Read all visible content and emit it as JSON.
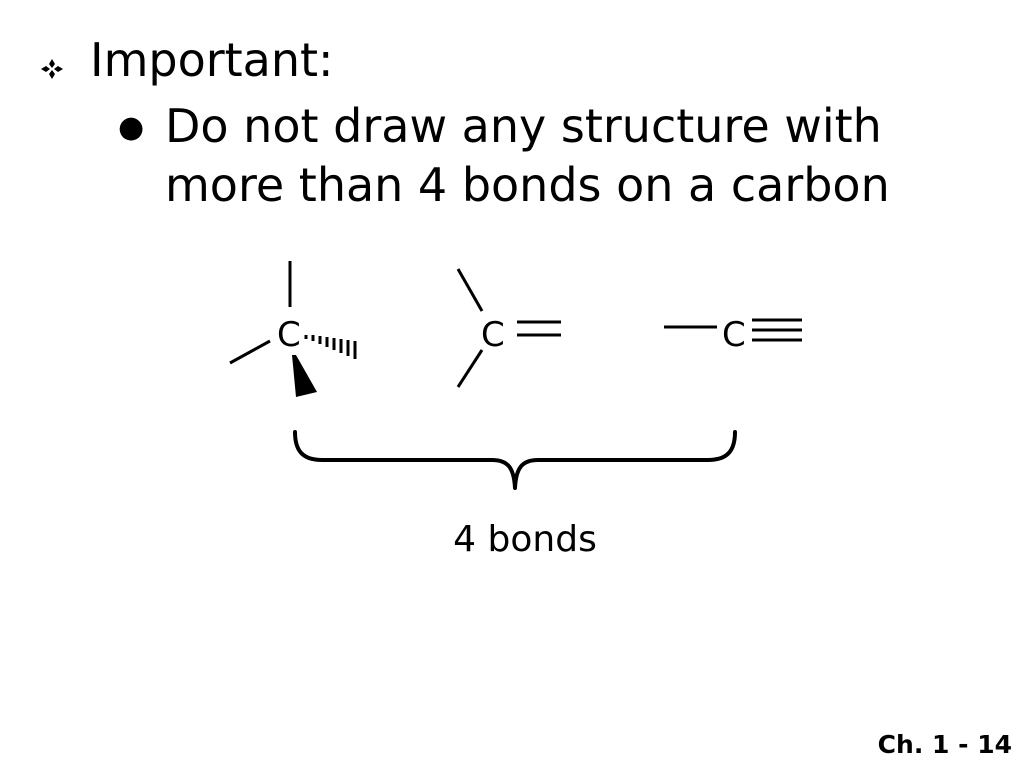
{
  "slide": {
    "heading": "Important:",
    "heading_bullet_icon": "four-diamond-bullet-icon",
    "sub_bullet_icon": "round-bullet-icon",
    "sub_bullet_symbol": "●",
    "body_line_1": "Do not draw any structure with",
    "body_line_2": "more than 4 bonds on a carbon",
    "structures": [
      {
        "atom": "C",
        "bond_type": "tetrahedral (single bonds, wedge and hash)"
      },
      {
        "atom": "C",
        "bond_type": "double bond"
      },
      {
        "atom": "C",
        "bond_type": "triple bond"
      }
    ],
    "brace_label": "4 bonds",
    "page_number": "Ch. 1 - 14"
  }
}
